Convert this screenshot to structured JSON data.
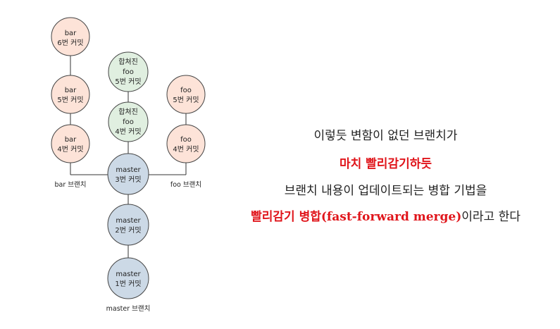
{
  "commits": {
    "bar6": {
      "lines": [
        "bar",
        "6번 커밋"
      ],
      "fill": "#fde3d8"
    },
    "bar5": {
      "lines": [
        "bar",
        "5번 커밋"
      ],
      "fill": "#fde3d8"
    },
    "bar4": {
      "lines": [
        "bar",
        "4번 커밋"
      ],
      "fill": "#fde3d8"
    },
    "merged5": {
      "lines": [
        "합쳐진",
        "foo",
        "5번 커밋"
      ],
      "fill": "#e0efe0"
    },
    "merged4": {
      "lines": [
        "합쳐진",
        "foo",
        "4번 커밋"
      ],
      "fill": "#e0efe0"
    },
    "foo5": {
      "lines": [
        "foo",
        "5번 커밋"
      ],
      "fill": "#fde3d8"
    },
    "foo4": {
      "lines": [
        "foo",
        "4번 커밋"
      ],
      "fill": "#fde3d8"
    },
    "master3": {
      "lines": [
        "master",
        "3번 커밋"
      ],
      "fill": "#ccd9e6"
    },
    "master2": {
      "lines": [
        "master",
        "2번 커밋"
      ],
      "fill": "#ccd9e6"
    },
    "master1": {
      "lines": [
        "master",
        "1번 커밋"
      ],
      "fill": "#ccd9e6"
    }
  },
  "branch_labels": {
    "bar": "bar 브랜치",
    "foo": "foo 브랜치",
    "master": "master 브랜치"
  },
  "description": {
    "line1": "이렇듯 변함이 없던 브랜치가",
    "line2": "마치 빨리감기하듯",
    "line3": "브랜치 내용이 업데이트되는 병합 기법을",
    "line4_red": "빨리감기 병합(fast-forward merge)",
    "line4_rest": "이라고 한다"
  },
  "colors": {
    "red_text": "#e0151b",
    "node_stroke": "#444444"
  }
}
